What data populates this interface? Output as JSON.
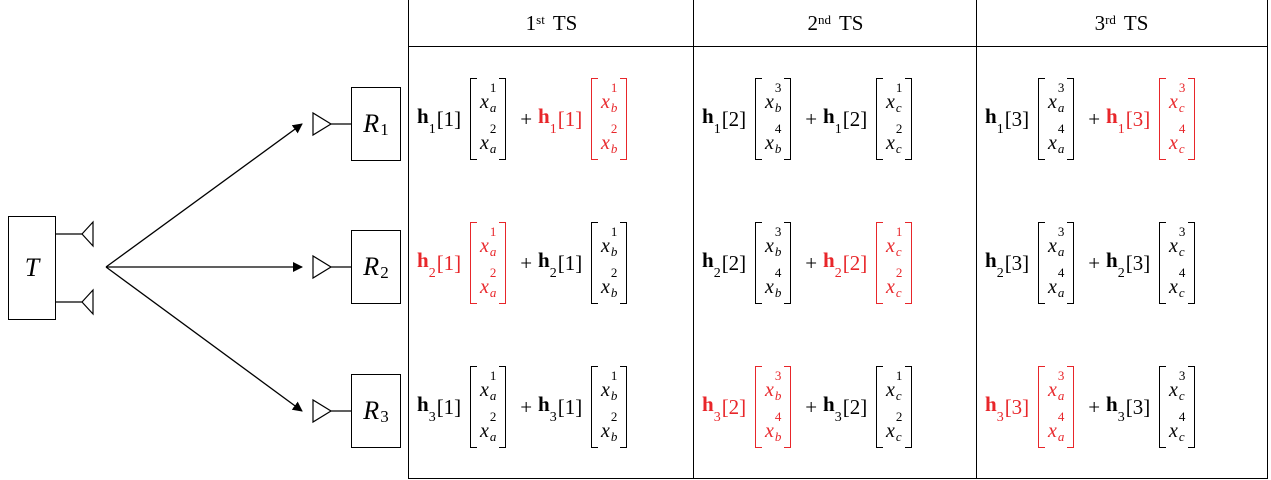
{
  "transmitter": {
    "label": "T"
  },
  "receivers": [
    {
      "letter": "R",
      "sub": "1"
    },
    {
      "letter": "R",
      "sub": "2"
    },
    {
      "letter": "R",
      "sub": "3"
    }
  ],
  "headers": [
    {
      "num": "1",
      "sup": "st",
      "text": "TS"
    },
    {
      "num": "2",
      "sup": "nd",
      "text": "TS"
    },
    {
      "num": "3",
      "sup": "rd",
      "text": "TS"
    }
  ],
  "colors": {
    "highlight": "#e8262a",
    "line": "#000000"
  },
  "rows": [
    [
      [
        {
          "h": "h",
          "hsub": "1",
          "idx": "[1]",
          "red": false,
          "vec": [
            {
              "b": "x",
              "sup": "1",
              "sub": "a"
            },
            {
              "b": "x",
              "sup": "2",
              "sub": "a"
            }
          ],
          "vred": false
        },
        {
          "h": "h",
          "hsub": "1",
          "idx": "[1]",
          "red": true,
          "vec": [
            {
              "b": "x",
              "sup": "1",
              "sub": "b"
            },
            {
              "b": "x",
              "sup": "2",
              "sub": "b"
            }
          ],
          "vred": true
        }
      ],
      [
        {
          "h": "h",
          "hsub": "1",
          "idx": "[2]",
          "red": false,
          "vec": [
            {
              "b": "x",
              "sup": "3",
              "sub": "b"
            },
            {
              "b": "x",
              "sup": "4",
              "sub": "b"
            }
          ],
          "vred": false
        },
        {
          "h": "h",
          "hsub": "1",
          "idx": "[2]",
          "red": false,
          "vec": [
            {
              "b": "x",
              "sup": "1",
              "sub": "c"
            },
            {
              "b": "x",
              "sup": "2",
              "sub": "c"
            }
          ],
          "vred": false
        }
      ],
      [
        {
          "h": "h",
          "hsub": "1",
          "idx": "[3]",
          "red": false,
          "vec": [
            {
              "b": "x",
              "sup": "3",
              "sub": "a"
            },
            {
              "b": "x",
              "sup": "4",
              "sub": "a"
            }
          ],
          "vred": false
        },
        {
          "h": "h",
          "hsub": "1",
          "idx": "[3]",
          "red": true,
          "vec": [
            {
              "b": "x",
              "sup": "3",
              "sub": "c"
            },
            {
              "b": "x",
              "sup": "4",
              "sub": "c"
            }
          ],
          "vred": true
        }
      ]
    ],
    [
      [
        {
          "h": "h",
          "hsub": "2",
          "idx": "[1]",
          "red": true,
          "vec": [
            {
              "b": "x",
              "sup": "1",
              "sub": "a"
            },
            {
              "b": "x",
              "sup": "2",
              "sub": "a"
            }
          ],
          "vred": true
        },
        {
          "h": "h",
          "hsub": "2",
          "idx": "[1]",
          "red": false,
          "vec": [
            {
              "b": "x",
              "sup": "1",
              "sub": "b"
            },
            {
              "b": "x",
              "sup": "2",
              "sub": "b"
            }
          ],
          "vred": false
        }
      ],
      [
        {
          "h": "h",
          "hsub": "2",
          "idx": "[2]",
          "red": false,
          "vec": [
            {
              "b": "x",
              "sup": "3",
              "sub": "b"
            },
            {
              "b": "x",
              "sup": "4",
              "sub": "b"
            }
          ],
          "vred": false
        },
        {
          "h": "h",
          "hsub": "2",
          "idx": "[2]",
          "red": true,
          "vec": [
            {
              "b": "x",
              "sup": "1",
              "sub": "c"
            },
            {
              "b": "x",
              "sup": "2",
              "sub": "c"
            }
          ],
          "vred": true
        }
      ],
      [
        {
          "h": "h",
          "hsub": "2",
          "idx": "[3]",
          "red": false,
          "vec": [
            {
              "b": "x",
              "sup": "3",
              "sub": "a"
            },
            {
              "b": "x",
              "sup": "4",
              "sub": "a"
            }
          ],
          "vred": false
        },
        {
          "h": "h",
          "hsub": "2",
          "idx": "[3]",
          "red": false,
          "vec": [
            {
              "b": "x",
              "sup": "3",
              "sub": "c"
            },
            {
              "b": "x",
              "sup": "4",
              "sub": "c"
            }
          ],
          "vred": false
        }
      ]
    ],
    [
      [
        {
          "h": "h",
          "hsub": "3",
          "idx": "[1]",
          "red": false,
          "vec": [
            {
              "b": "x",
              "sup": "1",
              "sub": "a"
            },
            {
              "b": "x",
              "sup": "2",
              "sub": "a"
            }
          ],
          "vred": false
        },
        {
          "h": "h",
          "hsub": "3",
          "idx": "[1]",
          "red": false,
          "vec": [
            {
              "b": "x",
              "sup": "1",
              "sub": "b"
            },
            {
              "b": "x",
              "sup": "2",
              "sub": "b"
            }
          ],
          "vred": false
        }
      ],
      [
        {
          "h": "h",
          "hsub": "3",
          "idx": "[2]",
          "red": true,
          "vec": [
            {
              "b": "x",
              "sup": "3",
              "sub": "b"
            },
            {
              "b": "x",
              "sup": "4",
              "sub": "b"
            }
          ],
          "vred": true
        },
        {
          "h": "h",
          "hsub": "3",
          "idx": "[2]",
          "red": false,
          "vec": [
            {
              "b": "x",
              "sup": "1",
              "sub": "c"
            },
            {
              "b": "x",
              "sup": "2",
              "sub": "c"
            }
          ],
          "vred": false
        }
      ],
      [
        {
          "h": "h",
          "hsub": "3",
          "idx": "[3]",
          "red": true,
          "vec": [
            {
              "b": "x",
              "sup": "3",
              "sub": "a"
            },
            {
              "b": "x",
              "sup": "4",
              "sub": "a"
            }
          ],
          "vred": true
        },
        {
          "h": "h",
          "hsub": "3",
          "idx": "[3]",
          "red": false,
          "vec": [
            {
              "b": "x",
              "sup": "3",
              "sub": "c"
            },
            {
              "b": "x",
              "sup": "4",
              "sub": "c"
            }
          ],
          "vred": false
        }
      ]
    ]
  ],
  "plus_sign": "+"
}
